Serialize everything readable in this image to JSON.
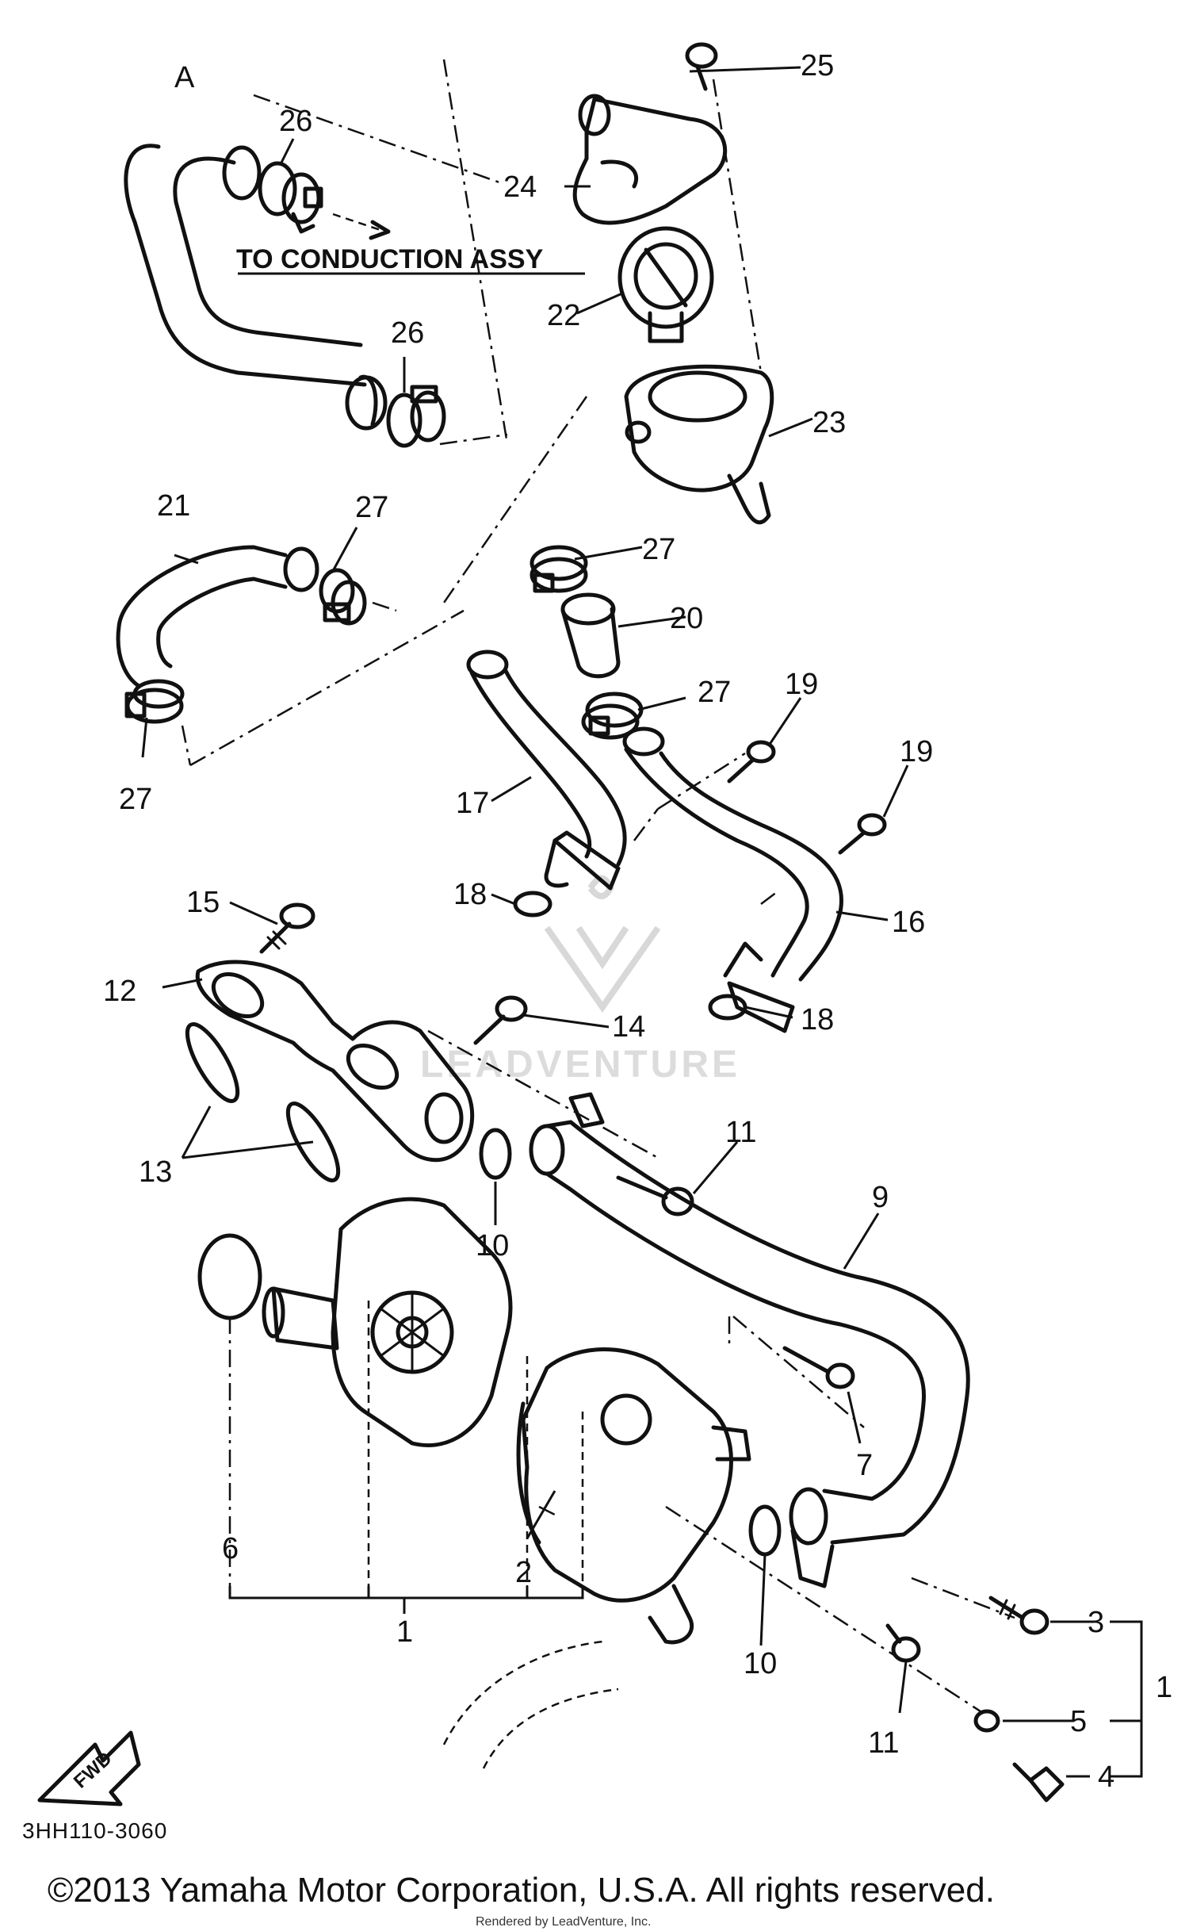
{
  "diagram": {
    "view_mark": "A",
    "note": "TO CONDUCTION ASSY",
    "diagram_code": "3HH110-3060",
    "forward_badge": "FWD",
    "watermark": "LEADVENTURE",
    "copyright": "©2013 Yamaha Motor Corporation, U.S.A. All rights reserved.",
    "rendered_by": "Rendered by LeadVenture, Inc.",
    "callouts": {
      "n1a": "1",
      "n1b": "1",
      "n2": "2",
      "n3": "3",
      "n4": "4",
      "n5": "5",
      "n6": "6",
      "n7": "7",
      "n9": "9",
      "n10a": "10",
      "n10b": "10",
      "n11a": "11",
      "n11b": "11",
      "n12": "12",
      "n13": "13",
      "n14": "14",
      "n15": "15",
      "n16": "16",
      "n17": "17",
      "n18a": "18",
      "n18b": "18",
      "n19a": "19",
      "n19b": "19",
      "n20": "20",
      "n21": "21",
      "n22": "22",
      "n23": "23",
      "n24": "24",
      "n25": "25",
      "n26a": "26",
      "n26b": "26",
      "n27a": "27",
      "n27b": "27",
      "n27c": "27",
      "n27d": "27"
    }
  }
}
